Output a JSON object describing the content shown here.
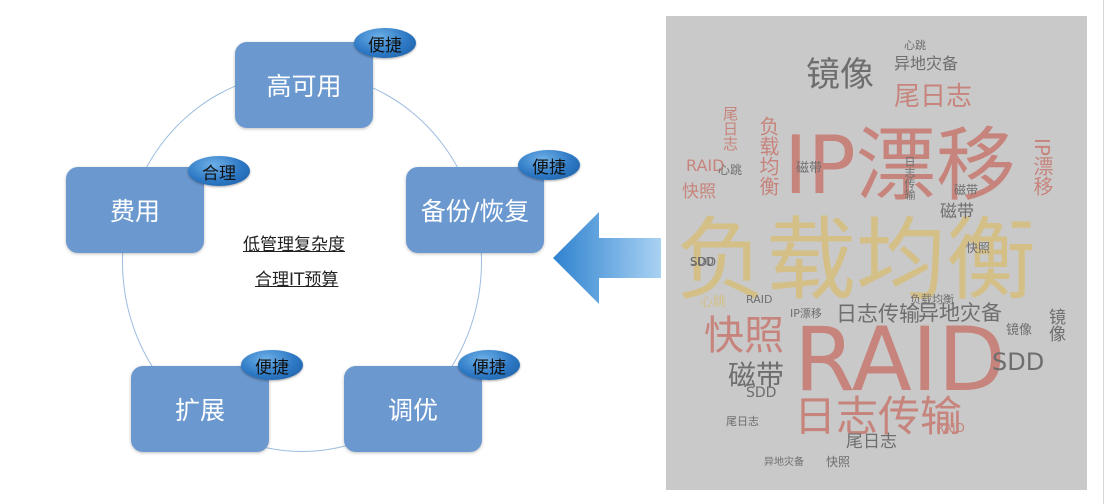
{
  "diagram": {
    "nodes": {
      "high_availability": "高可用",
      "backup_restore": "备份/恢复",
      "tuning": "调优",
      "scaling": "扩展",
      "cost": "费用"
    },
    "badges": {
      "high_availability": "便捷",
      "backup_restore": "便捷",
      "tuning": "便捷",
      "scaling": "便捷",
      "cost": "合理"
    },
    "center": {
      "line1": "低管理复杂度",
      "line2": "合理IT预算"
    }
  },
  "word_cloud": {
    "words": [
      "负载均衡",
      "IP漂移",
      "RAID",
      "日志传输",
      "快照",
      "镜像",
      "尾日志",
      "磁带",
      "异地灾备",
      "SDD",
      "心跳",
      "日志传输",
      "异地灾备",
      "IP漂移",
      "快照",
      "磁带",
      "SDD",
      "RAID",
      "镜像",
      "尾日志",
      "负载均衡",
      "RAID",
      "快照",
      "SDD",
      "尾日志",
      "IP漂移",
      "日志传输",
      "磁带",
      "镜像",
      "负载均衡",
      "心跳",
      "SDD",
      "RAID",
      "尾日志",
      "异地灾备",
      "快照",
      "心跳",
      "磁带"
    ]
  },
  "colors": {
    "node_fill": "#6b98cf",
    "badge_fill": "#2d78c4",
    "arrow": "#3f8fd6",
    "cloud_bg": "#c9c9c9",
    "cloud_red": "#c7847c",
    "cloud_gold": "#d4bf86",
    "cloud_gray": "#6e6e6e"
  }
}
